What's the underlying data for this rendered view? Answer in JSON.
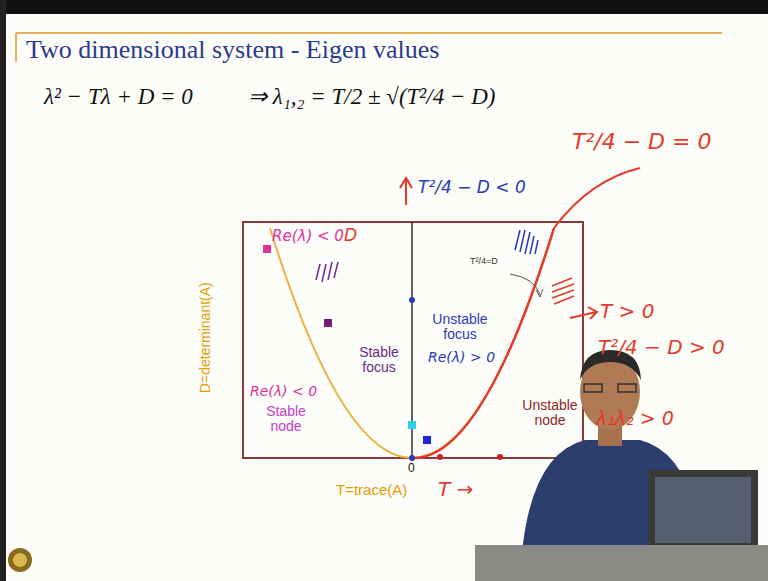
{
  "diagram": {
    "title": "Two dimensional system - Eigen values",
    "labels": [
      "λ² − Tλ + D = 0",
      "⇒ λ₁,₂ = T/2 ± √(T²/4 − D)",
      "T²/4 − D = 0",
      "T²/4 − D < 0",
      "Re(λ) < 0",
      "D",
      "Stable focus",
      "Unstable focus",
      "Re(λ) > 0",
      "Re(λ) < 0",
      "Stable node",
      "T²/4=D",
      "Unstable node",
      "T > 0",
      "T²/4 − D > 0",
      "λ₁λ₂ > 0",
      "D=determinant(A)",
      "0",
      "T=trace(A)",
      "T →"
    ]
  }
}
